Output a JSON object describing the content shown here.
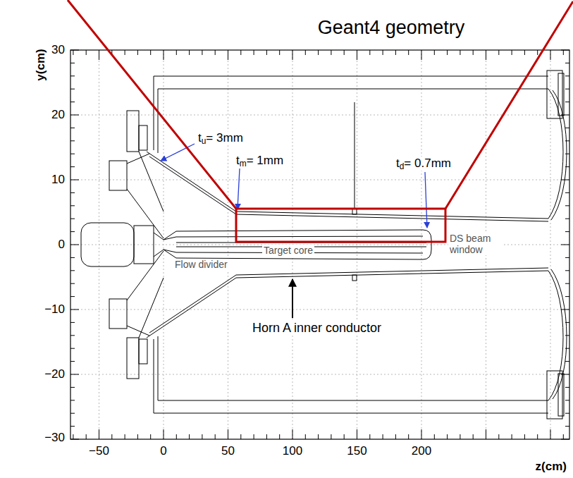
{
  "diagram": {
    "title": "Geant4 geometry",
    "labels": [
      "y(cm)",
      "30",
      "20",
      "10",
      "0",
      "−10",
      "−20",
      "−30",
      "−50",
      "0",
      "50",
      "100",
      "150",
      "200",
      "z(cm)",
      "tu= 3mm",
      "tm= 1mm",
      "td= 0.7mm",
      "Target core",
      "Flow divider",
      "DS beam window",
      "Horn A inner conductor"
    ]
  }
}
